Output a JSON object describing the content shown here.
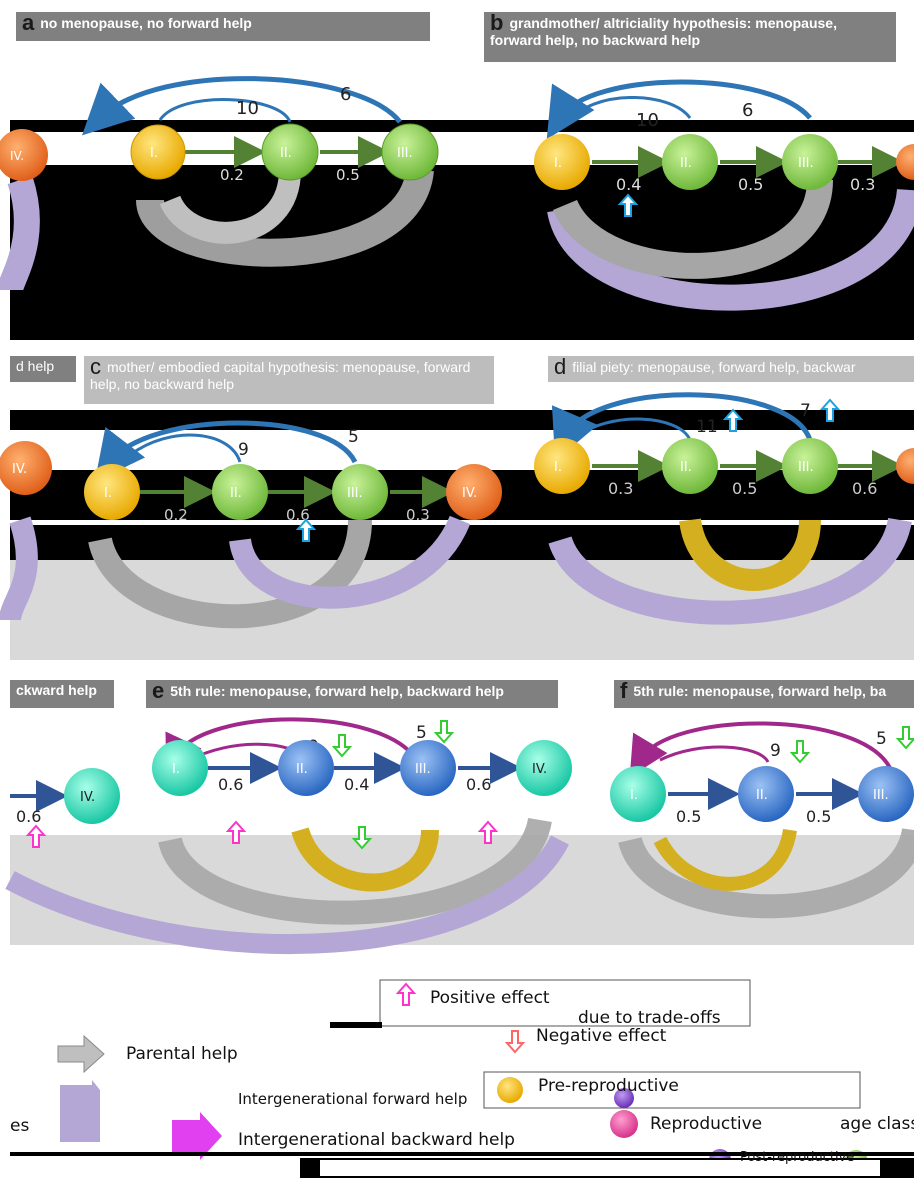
{
  "panels": {
    "a": {
      "letter": "a",
      "title": "no menopause, no forward help",
      "nodes": [
        "IV.",
        "I.",
        "II.",
        "III."
      ],
      "rates": [
        "0.2",
        "0.5"
      ],
      "fertility": [
        "10",
        "6"
      ]
    },
    "b": {
      "letter": "b",
      "title": "grandmother/ altriciality hypothesis: menopause, forward help, no backward help",
      "nodes": [
        "I.",
        "II.",
        "III."
      ],
      "rates": [
        "0.4",
        "0.5",
        "0.3"
      ],
      "fertility": [
        "10",
        "6"
      ]
    },
    "c": {
      "letter": "c",
      "title": "mother/ embodied capital hypothesis: menopause, forward help, no backward help",
      "left_stub": "d help",
      "nodes": [
        "IV.",
        "I.",
        "II.",
        "III.",
        "IV."
      ],
      "rates": [
        "0.2",
        "0.6",
        "0.3"
      ],
      "fertility": [
        "9",
        "5"
      ]
    },
    "d": {
      "letter": "d",
      "title": "filial piety: menopause, forward help, backwar",
      "nodes": [
        "I.",
        "II.",
        "III."
      ],
      "rates": [
        "0.3",
        "0.5",
        "0.6"
      ],
      "fertility": [
        "11",
        "7"
      ]
    },
    "e": {
      "letter": "e",
      "title": "5th rule: menopause, forward help, backward help",
      "left_stub": "ckward help",
      "nodes": [
        "IV.",
        "I.",
        "II.",
        "III.",
        "IV."
      ],
      "rates": [
        "0.6",
        "0.6",
        "0.4",
        "0.6"
      ],
      "fertility": [
        "9",
        "5"
      ]
    },
    "f": {
      "letter": "f",
      "title": "5th rule: menopause, forward help, ba",
      "nodes": [
        "I.",
        "II.",
        "III."
      ],
      "rates": [
        "0.5",
        "0.5"
      ],
      "fertility": [
        "9",
        "5"
      ]
    }
  },
  "legend": {
    "positive": "Positive effect",
    "tradeoffs": "due to trade-offs",
    "negative": "Negative effect",
    "parental": "Parental help",
    "forward": "Intergenerational forward help",
    "backward": "Intergenerational backward help",
    "pre": "Pre-reproductive",
    "repro": "Reproductive",
    "post": "Post-reproductive",
    "age_class": "age class",
    "left_es": "es"
  },
  "colors": {
    "pre": "#f6c000",
    "repro_green": "#8fd14f",
    "post": "#f07822",
    "teal": "#3fe0c0",
    "blue": "#3d7fd6",
    "transition": "#548235",
    "fertility_arc": "#2e75b6",
    "purple_arc": "#a05ba5",
    "parental": "#a6a6a6",
    "forward": "#b4a7d6",
    "backward": "#d4b020"
  }
}
